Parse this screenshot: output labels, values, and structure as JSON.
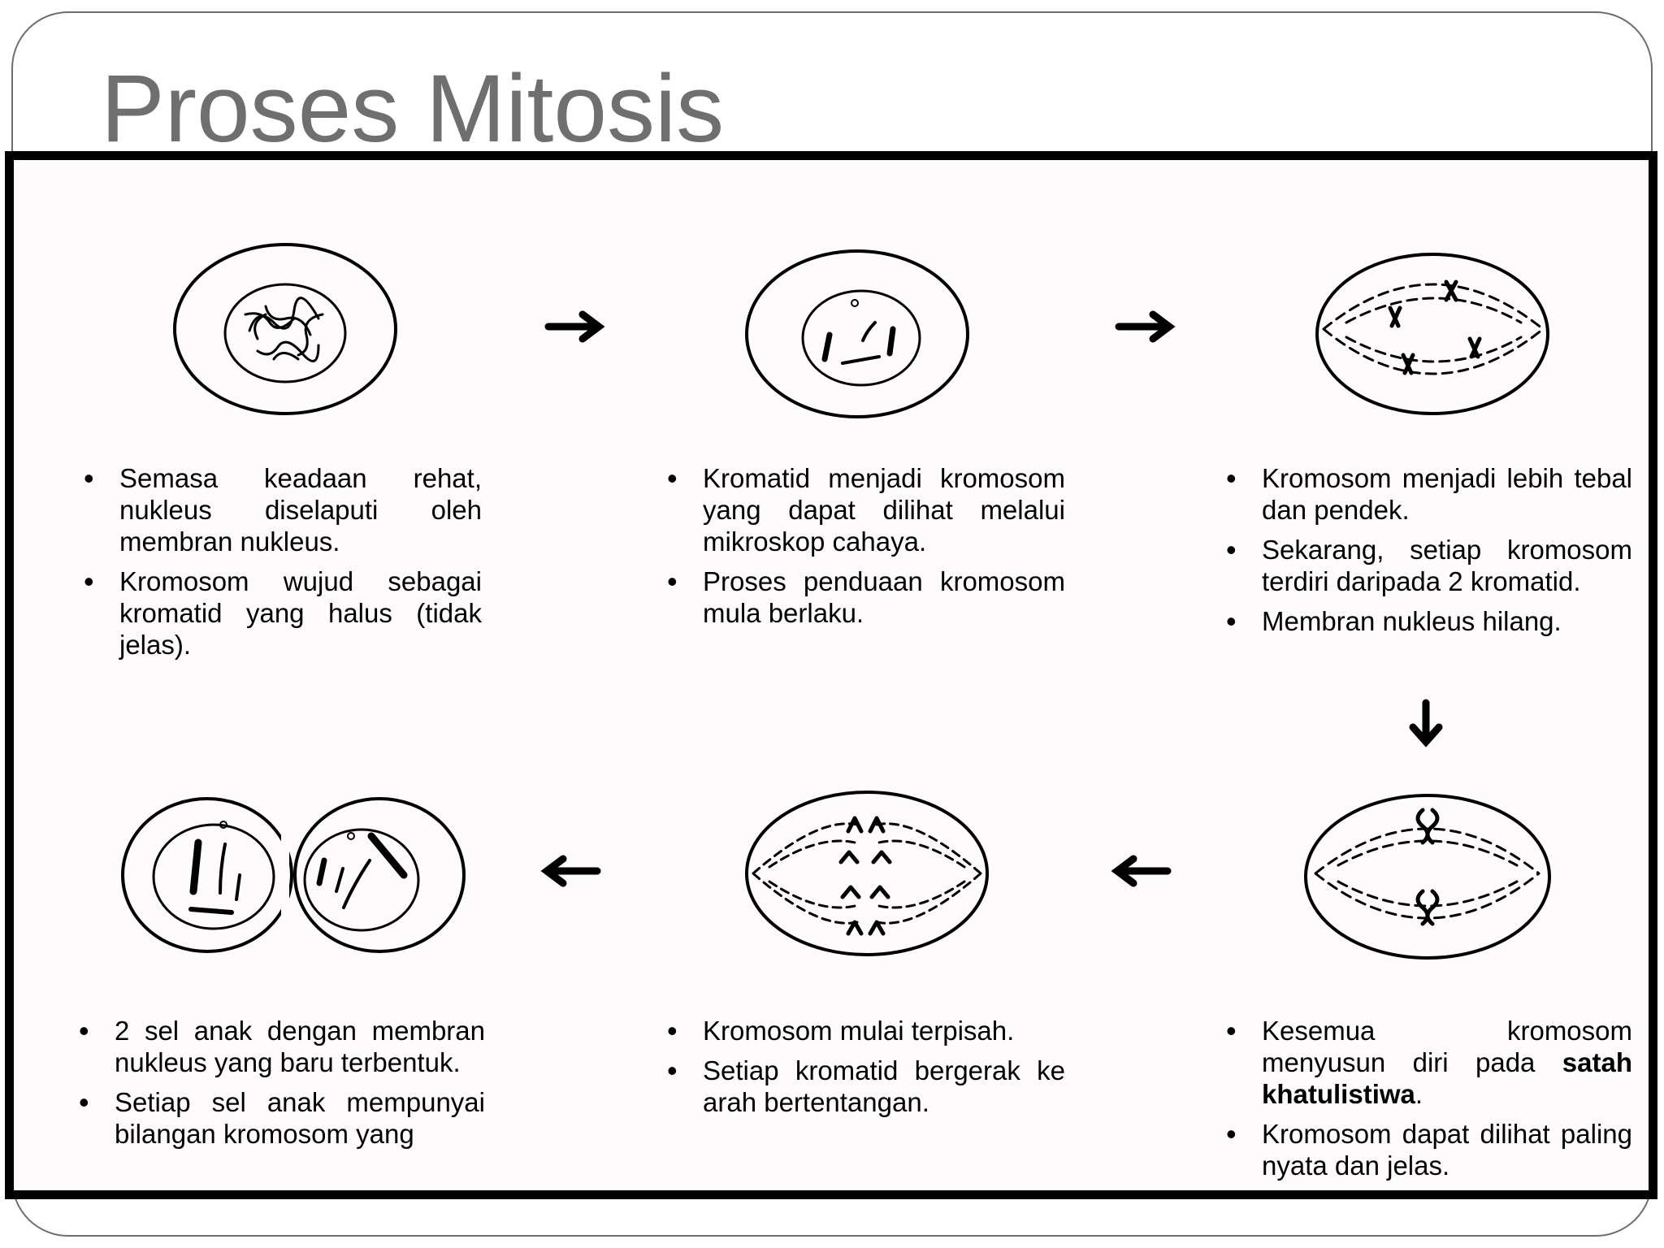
{
  "title": "Proses Mitosis",
  "stages": [
    {
      "captions": [
        "Semasa keadaan rehat, nukleus diselaputi oleh membran nukleus.",
        "Kromosom wujud sebagai kromatid yang halus (tidak jelas)."
      ]
    },
    {
      "captions": [
        "Kromatid menjadi kromosom yang dapat dilihat melalui mikroskop cahaya.",
        "Proses penduaan kromosom mula berlaku."
      ]
    },
    {
      "captions": [
        "Kromosom menjadi lebih tebal dan pendek.",
        "Sekarang, setiap kromosom terdiri daripada 2 kromatid.",
        "Membran nukleus hilang."
      ]
    },
    {
      "captions": [
        "Kesemua kromosom menyusun diri pada",
        "satah khatulistiwa",
        ".",
        "Kromosom dapat dilihat paling nyata dan jelas."
      ]
    },
    {
      "captions": [
        "Kromosom mulai terpisah.",
        "Setiap kromatid bergerak ke arah bertentangan."
      ]
    },
    {
      "captions": [
        "2 sel anak dengan membran nukleus yang baru terbentuk.",
        "Setiap sel anak mempunyai bilangan kromosom yang"
      ]
    }
  ]
}
